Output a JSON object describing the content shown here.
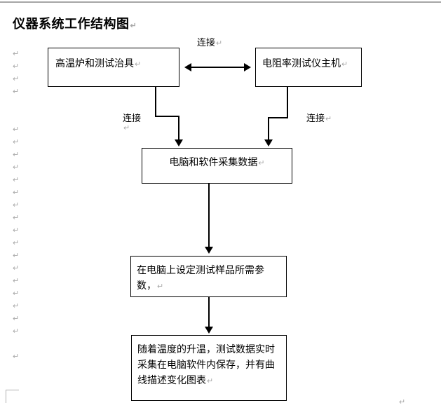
{
  "document": {
    "title": "仪器系统工作结构图",
    "paragraph_mark": "↵"
  },
  "diagram": {
    "boxes": [
      {
        "id": "furnace",
        "label": "高温炉和测试治具"
      },
      {
        "id": "tester",
        "label": "电阻率测试仪主机"
      },
      {
        "id": "collector",
        "label": "电脑和软件采集数据"
      },
      {
        "id": "params",
        "label": "在电脑上设定测试样品所需参\n数，"
      },
      {
        "id": "record",
        "label": "随着温度的升温，测试数据实时\n采集在电脑软件内保存，并有曲\n线描述变化图表"
      }
    ],
    "params_line1": "在电脑上设定测试样品所需参",
    "params_line2": "数，",
    "record_line1": "随着温度的升温，测试数据实时",
    "record_line2": "采集在电脑软件内保存，并有曲",
    "record_line3": "线描述变化图表",
    "connector_labels": {
      "top": "连接",
      "left": "连接",
      "right": "连接"
    }
  },
  "margin_marks": {
    "glyph": "↵",
    "count_left": 22,
    "count_bottom_right": 1
  },
  "colors": {
    "text": "#000000",
    "mark": "#a8a8a8",
    "rule": "#a6a6a6",
    "line": "#000000",
    "background": "#ffffff"
  }
}
